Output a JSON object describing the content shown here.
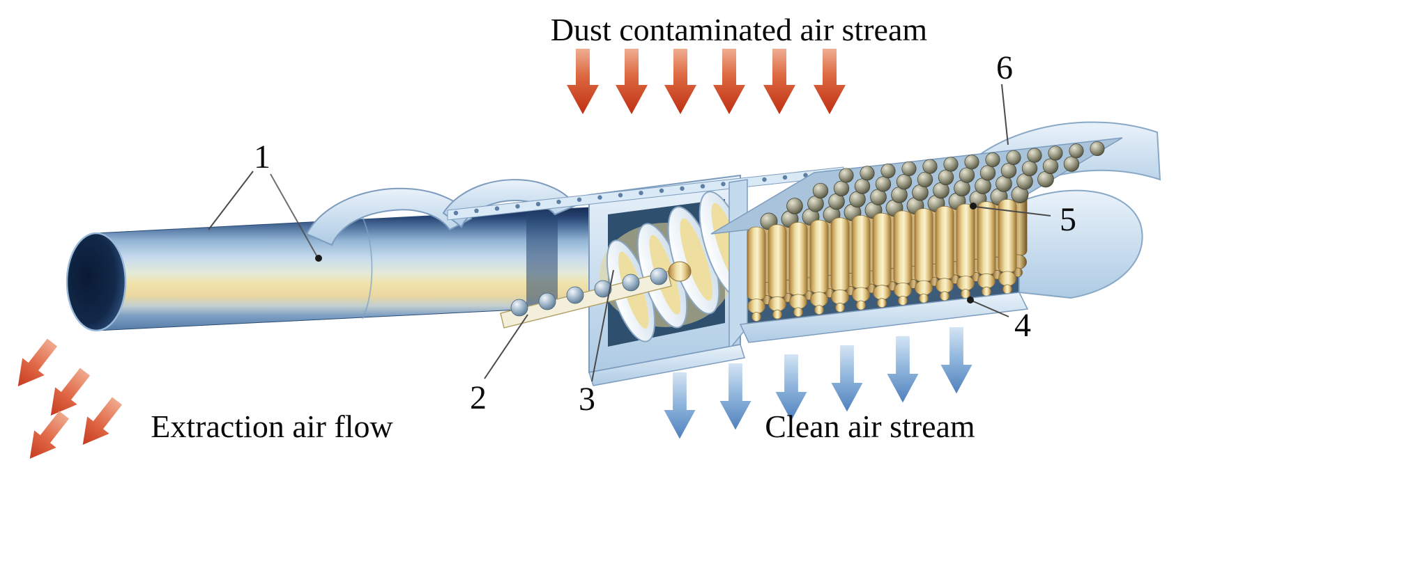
{
  "figure": {
    "title": "Dust contaminated air stream",
    "labels": {
      "extraction": "Extraction air flow",
      "clean": "Clean air stream"
    },
    "parts": [
      {
        "num": "1"
      },
      {
        "num": "2"
      },
      {
        "num": "3"
      },
      {
        "num": "4"
      },
      {
        "num": "5"
      },
      {
        "num": "6"
      }
    ],
    "arrows": {
      "dust_contaminated": {
        "count": 6,
        "color": "#c23018",
        "direction": "down"
      },
      "clean": {
        "count": 6,
        "color": "#5d8cc6",
        "direction": "down"
      },
      "extraction": {
        "count": 4,
        "color": "#d25238",
        "direction": "down-left"
      }
    },
    "colors": {
      "housing": "#cfe2f1",
      "tubes": "#eedfa8",
      "duct_top": "#1b3260",
      "cream_band": "#f0e3ac",
      "background": "#ffffff",
      "text": "#0a0a0a"
    }
  }
}
